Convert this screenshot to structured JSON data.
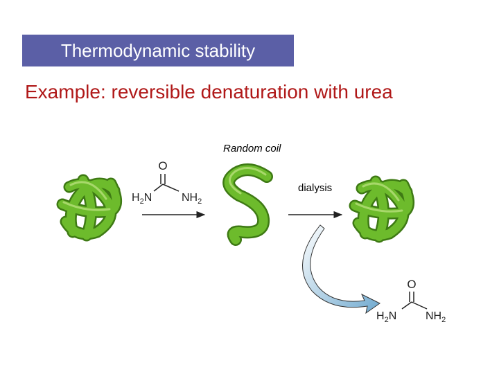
{
  "header": {
    "title": "Thermodynamic stability",
    "subtitle": "Example: reversible denaturation with urea"
  },
  "figure": {
    "random_coil_label": "Random coil",
    "dialysis_label": "dialysis",
    "urea": {
      "oxygen": "O",
      "left_group": {
        "prefix": "H",
        "sub": "2",
        "suffix": "N"
      },
      "right_group": {
        "prefix": "NH",
        "sub": "2"
      }
    }
  },
  "colors": {
    "title_bg": "#5b5fa6",
    "title_text": "#ffffff",
    "subtitle_text": "#b01818",
    "protein_green": "#6dbb2c",
    "protein_dark": "#3e7a14",
    "curved_arrow": "#7fb8d8"
  }
}
